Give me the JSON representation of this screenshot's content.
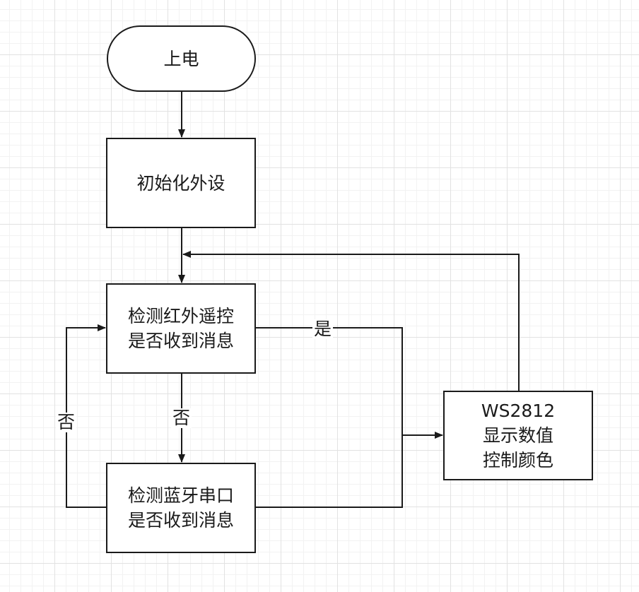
{
  "nodes": {
    "power_on": "上电",
    "init_peripherals": "初始化外设",
    "check_ir": "检测红外遥控\n是否收到消息",
    "check_bt": "检测蓝牙串口\n是否收到消息",
    "ws2812": "WS2812\n显示数值\n控制颜色"
  },
  "edges": {
    "yes": "是",
    "no_down": "否",
    "no_loop": "否"
  },
  "colors": {
    "stroke": "#1a1a1a",
    "background": "#ffffff"
  }
}
